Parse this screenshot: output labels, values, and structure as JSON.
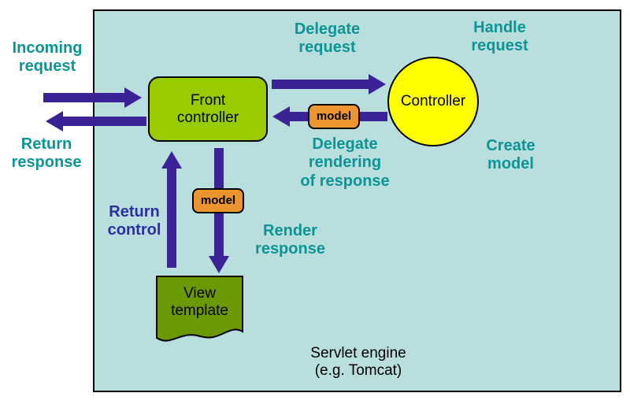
{
  "colors": {
    "page_bg": "#ffffff",
    "canvas_bg": "#b9dede",
    "arrow_color": "#3b2296",
    "label_color": "#0d9494",
    "return_control_color": "#2d2f9d",
    "front_controller_fill": "#99cc00",
    "controller_fill": "#ffff00",
    "view_template_fill": "#6b9905",
    "model_fill": "#ec9430",
    "node_border": "#000000"
  },
  "nodes": {
    "front_controller": {
      "label": "Front\ncontroller"
    },
    "controller": {
      "label": "Controller"
    },
    "view_template": {
      "label": "View\ntemplate"
    },
    "model_top": {
      "label": "model"
    },
    "model_bottom": {
      "label": "model"
    }
  },
  "labels": {
    "incoming_request": "Incoming\nrequest",
    "return_response": "Return\nresponse",
    "delegate_request": "Delegate\nrequest",
    "handle_request": "Handle\nrequest",
    "delegate_rendering_of_response": "Delegate\nrendering\nof response",
    "create_model": "Create\nmodel",
    "return_control": "Return\ncontrol",
    "render_response": "Render\nresponse",
    "servlet_engine": "Servlet engine\n(e.g. Tomcat)"
  }
}
